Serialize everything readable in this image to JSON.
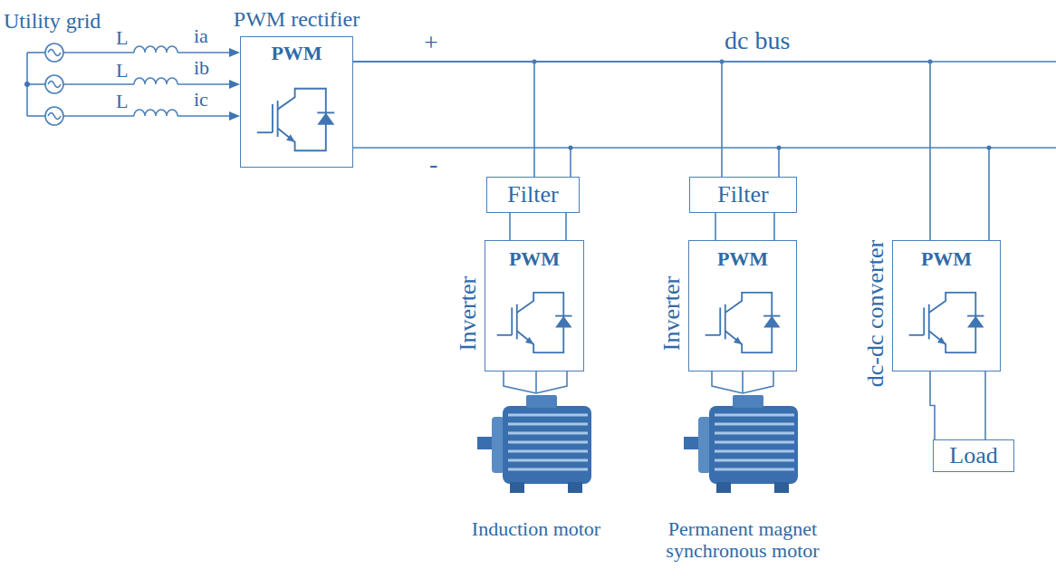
{
  "diagram": {
    "nodes": [
      {
        "text": [
          "PWM rectifier",
          "PWM"
        ]
      },
      {
        "text": [
          "Filter"
        ]
      },
      {
        "text": [
          "Filter"
        ]
      },
      {
        "text": [
          "Inverter",
          "PWM"
        ]
      },
      {
        "text": [
          "Inverter",
          "PWM"
        ]
      },
      {
        "text": [
          "dc-dc converter",
          "PWM"
        ]
      },
      {
        "text": [
          "Induction motor"
        ]
      },
      {
        "text": [
          "Permanent magnet synchronous motor"
        ]
      },
      {
        "text": [
          "Load"
        ]
      }
    ],
    "edges": [
      {
        "from": 0,
        "to": 1,
        "arrow": "none"
      },
      {
        "from": 0,
        "to": 2,
        "arrow": "none"
      },
      {
        "from": 0,
        "to": 5,
        "arrow": "none"
      },
      {
        "from": 1,
        "to": 3,
        "arrow": "none"
      },
      {
        "from": 2,
        "to": 4,
        "arrow": "none"
      },
      {
        "from": 3,
        "to": 6,
        "arrow": "none"
      },
      {
        "from": 4,
        "to": 7,
        "arrow": "none"
      },
      {
        "from": 5,
        "to": 8,
        "arrow": "none"
      }
    ],
    "labels": [
      "Utility grid",
      "L",
      "L",
      "L",
      "ia",
      "ib",
      "ic",
      "+",
      "-",
      "dc bus"
    ]
  }
}
